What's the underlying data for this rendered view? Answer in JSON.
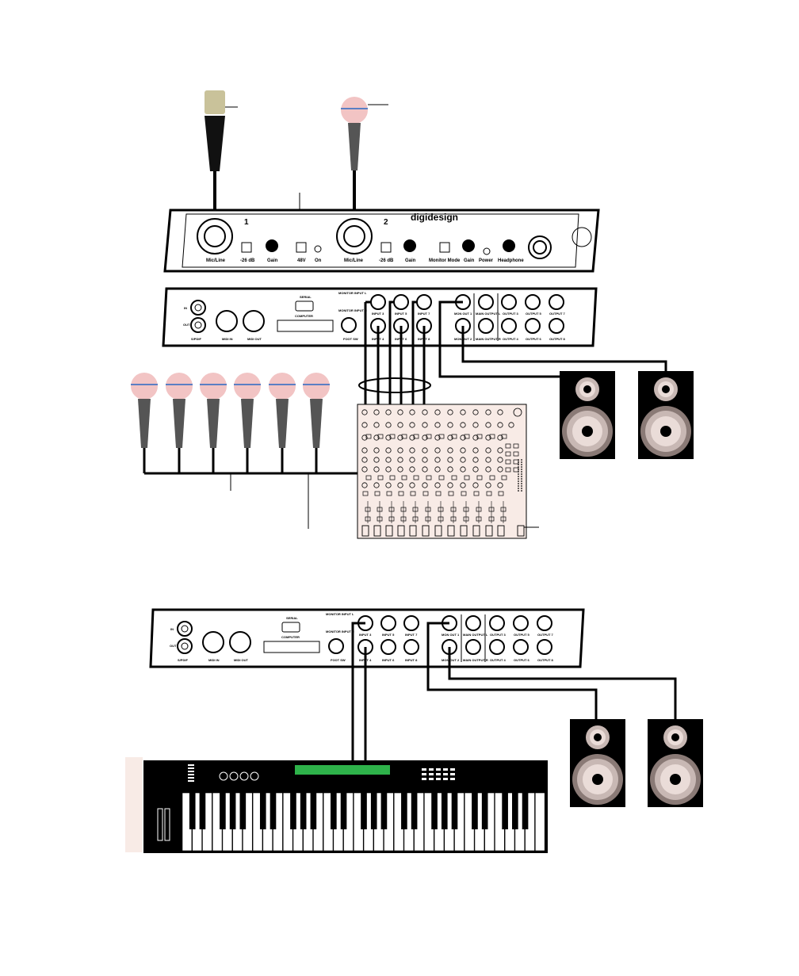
{
  "front_panel": {
    "brand": "digidesign",
    "channel_1": "1",
    "channel_2": "2",
    "labels": {
      "mic_line_1": "Mic/Line",
      "pad_1": "-26 dB",
      "gain_1": "Gain",
      "phantom": "48V",
      "phantom_on": "On",
      "mic_line_2": "Mic/Line",
      "pad_2": "-26 dB",
      "gain_2": "Gain",
      "monitor_mode": "Monitor Mode",
      "monitor_gain": "Gain",
      "power": "Power",
      "headphone": "Headphone"
    }
  },
  "back_panel": {
    "spdif_in": "IN",
    "spdif_out": "OUT",
    "spdif": "S/PDIF",
    "midi_in": "MIDI IN",
    "midi_out": "MIDI OUT",
    "serial": "SERIAL",
    "computer": "COMPUTER",
    "foot_sw": "FOOT SW",
    "monitor_input_l": "MONITOR INPUT L",
    "monitor_input_r": "MONITOR INPUT R",
    "inputs_top": [
      "INPUT 3",
      "INPUT 5",
      "INPUT 7"
    ],
    "inputs_bottom": [
      "INPUT 4",
      "INPUT 6",
      "INPUT 8"
    ],
    "mon_out_1": "MON OUT 1",
    "mon_out_2": "MON OUT 2",
    "main_output_l": "MAIN OUTPUT L",
    "main_output_r": "MAIN OUTPUT R",
    "outputs_top": [
      "OUTPUT 3",
      "OUTPUT 5",
      "OUTPUT 7"
    ],
    "outputs_bottom": [
      "OUTPUT 4",
      "OUTPUT 6",
      "OUTPUT 8"
    ]
  },
  "colors": {
    "mic_head": "#f2c4c4",
    "mic_band": "#5b7fc4",
    "condenser_cap": "#c9c29a",
    "mixer_body": "#f8ebe6",
    "keyboard_display": "#2eb24a",
    "speaker_body": "#000000"
  }
}
